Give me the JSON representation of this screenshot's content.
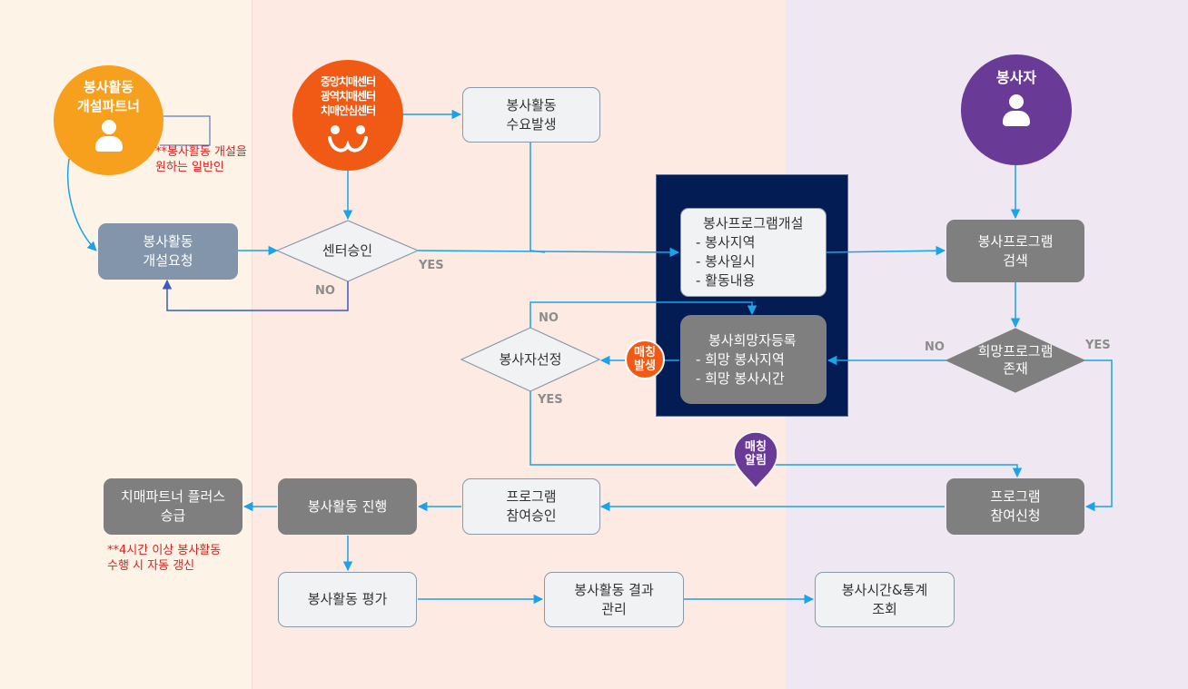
{
  "colors": {
    "lane_partner": "#fdf3e7",
    "lane_center": "#fdebe3",
    "lane_volunteer": "#efe8f3",
    "partner_orange": "#f6a01e",
    "center_red": "#f15a14",
    "volunteer_purple": "#6a3a97",
    "navy_panel": "#031d54",
    "connector_blue": "#1aa3e8",
    "note_red": "#e0201c"
  },
  "actors": {
    "partner": {
      "title": "봉사활동\n개설파트너",
      "icon": "person-icon"
    },
    "center": {
      "title": "중앙치매센터\n광역치매센터\n치매안심센터",
      "icon": "center-logo"
    },
    "volunteer": {
      "title": "봉사자",
      "icon": "person-icon"
    }
  },
  "notes": {
    "partner_note": "**봉사활동 개설을\n원하는 일반인",
    "upgrade_note": "**4시간 이상 봉사활동\n수행 시 자동 갱신"
  },
  "nodes": {
    "open_request": "봉사활동\n개설요청",
    "demand": "봉사활동\n수요발생",
    "program_open": {
      "title": "봉사프로그램개설",
      "items": [
        "-    봉사지역",
        "-    봉사일시",
        "-    활동내용"
      ]
    },
    "wish_register": {
      "title": "봉사희망자등록",
      "items": [
        "-    희망 봉사지역",
        "-    희망 봉사시간"
      ]
    },
    "program_search": "봉사프로그램\n검색",
    "participation_request": "프로그램\n참여신청",
    "participation_approve": "프로그램\n참여승인",
    "activity_progress": "봉사활동 진행",
    "partner_upgrade": "치매파트너 플러스\n승급",
    "activity_evaluation": "봉사활동 평가",
    "result_management": "봉사활동 결과\n관리",
    "stats": "봉사시간&통계\n조회"
  },
  "decisions": {
    "center_approval": "센터승인",
    "volunteer_select": "봉사자선정",
    "wish_program_exists": "희망프로그램\n존재"
  },
  "edge_labels": {
    "approval_yes": "YES",
    "approval_no": "NO",
    "select_no": "NO",
    "select_yes": "YES",
    "exists_no": "NO",
    "exists_yes": "YES"
  },
  "badges": {
    "match_occur": "매칭\n발생",
    "match_notice": "매칭\n알림"
  }
}
